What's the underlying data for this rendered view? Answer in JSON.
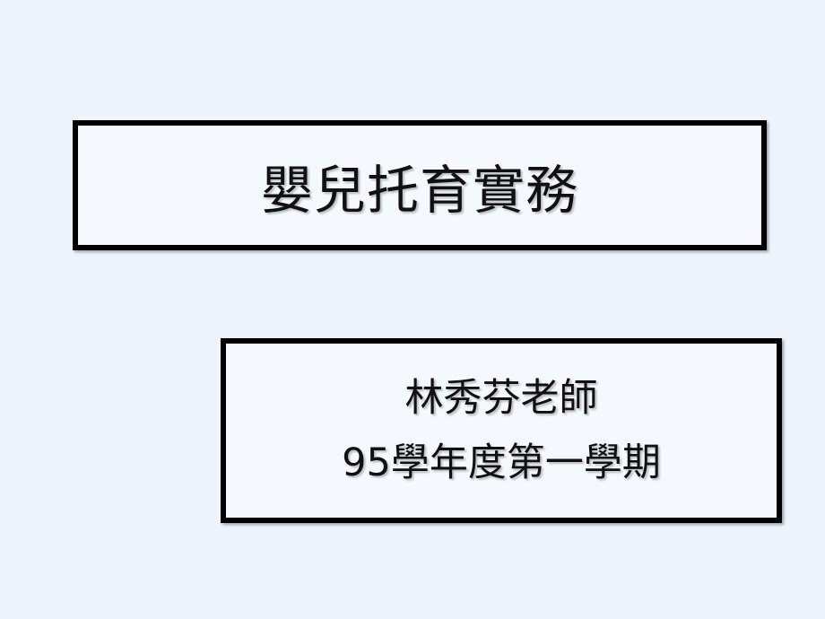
{
  "slide": {
    "title": "嬰兒托育實務",
    "teacher": "林秀芬老師",
    "semester": "95學年度第一學期"
  }
}
